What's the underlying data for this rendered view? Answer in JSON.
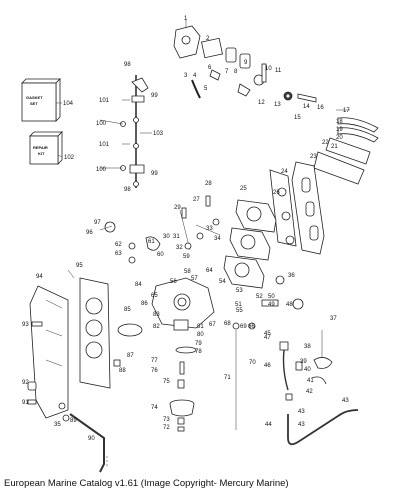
{
  "caption": "European Marine Catalog v1.61 (Image Copyright- Mercury Marine)",
  "kits": {
    "k104": {
      "label1": "GASKET",
      "label2": "SET"
    },
    "k102": {
      "label1": "REPAIR",
      "label2": "KIT"
    }
  },
  "callouts": [
    "1",
    "2",
    "3",
    "4",
    "5",
    "6",
    "7",
    "8",
    "9",
    "10",
    "11",
    "12",
    "13",
    "14",
    "15",
    "16",
    "17",
    "18",
    "19",
    "20",
    "21",
    "22",
    "23",
    "24",
    "25",
    "26",
    "27",
    "28",
    "29",
    "30",
    "31",
    "32",
    "33",
    "34",
    "35",
    "36",
    "37",
    "38",
    "39",
    "40",
    "41",
    "42",
    "43",
    "44",
    "45",
    "46",
    "47",
    "48",
    "49",
    "50",
    "51",
    "52",
    "53",
    "54",
    "55",
    "56",
    "57",
    "58",
    "59",
    "60",
    "61",
    "62",
    "63",
    "64",
    "65",
    "66",
    "67",
    "68",
    "69",
    "70",
    "71",
    "72",
    "73",
    "74",
    "75",
    "76",
    "77",
    "78",
    "79",
    "80",
    "81",
    "82",
    "83",
    "84",
    "85",
    "86",
    "87",
    "88",
    "89",
    "90",
    "91",
    "92",
    "93",
    "94",
    "95",
    "96",
    "97",
    "98",
    "99",
    "100",
    "101",
    "102",
    "103",
    "104"
  ]
}
